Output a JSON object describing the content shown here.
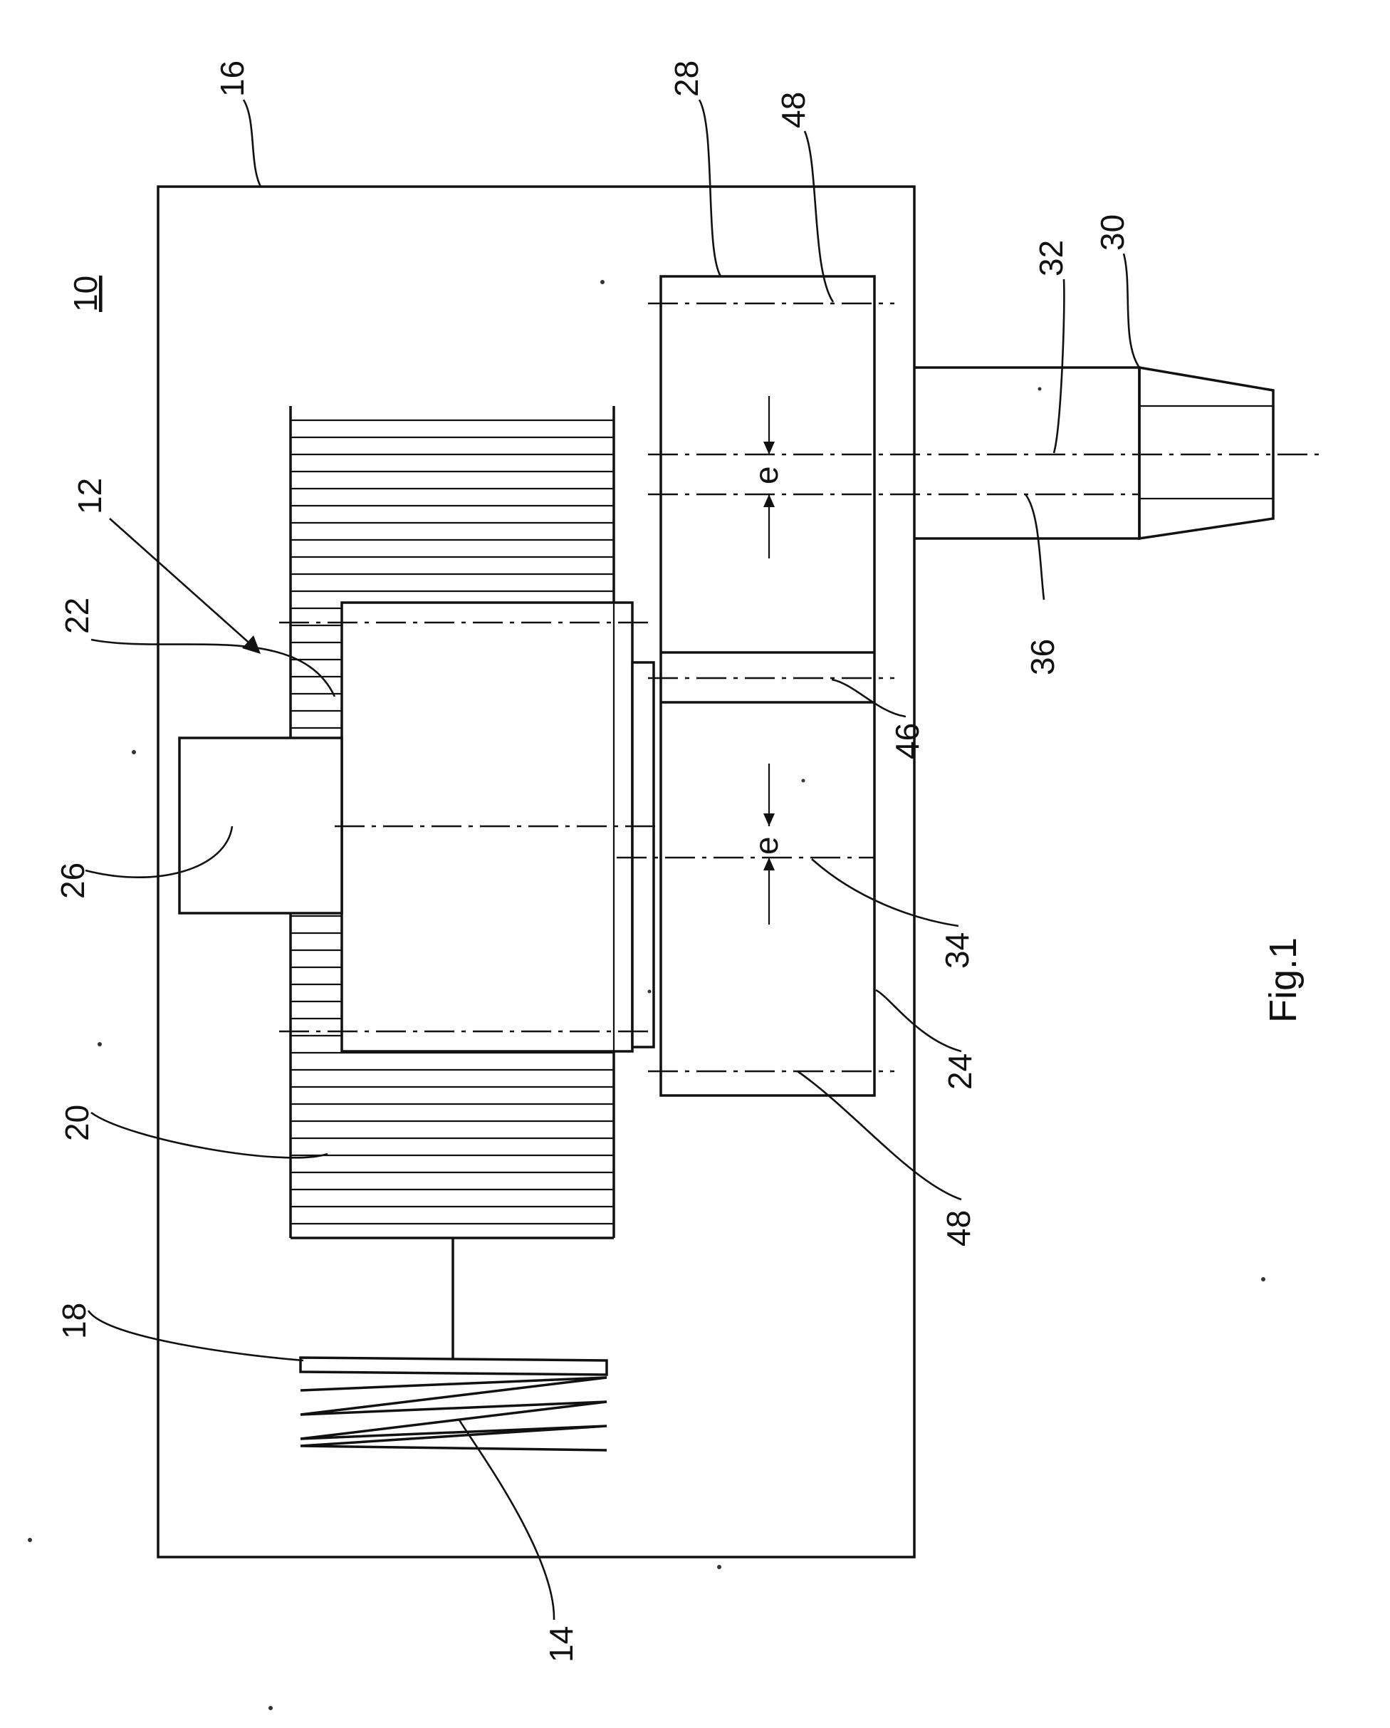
{
  "figure_label": "Fig.1",
  "reference_numerals": {
    "device": "10",
    "assembly": "12",
    "spring": "14",
    "housing": "16",
    "spring_plate": "18",
    "stack": "20",
    "rotor_block": "22",
    "gear_block": "24",
    "drive_box": "26",
    "gear_housing": "28",
    "output_nose": "30",
    "axis_a": "32",
    "axis_b": "34",
    "axis_c": "36",
    "divider": "46",
    "end_axis_top": "48",
    "end_axis_bottom": "48"
  },
  "eccentricity_top": "e",
  "eccentricity_bottom": "e"
}
